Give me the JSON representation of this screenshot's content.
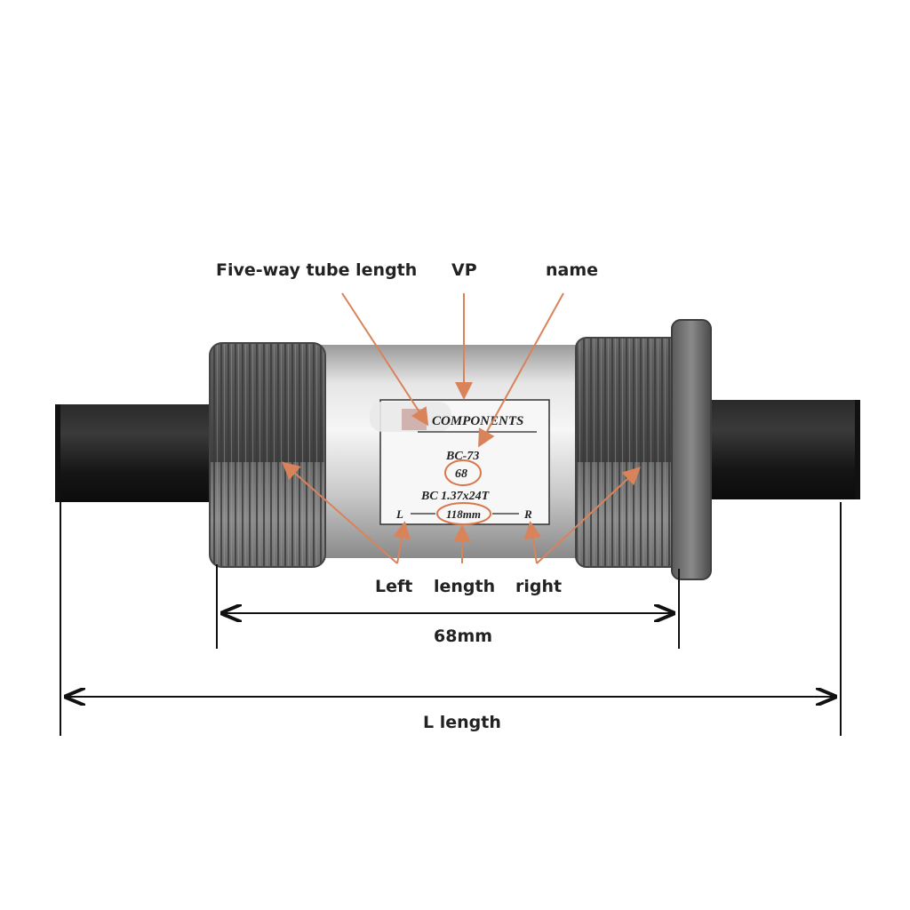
{
  "callouts": {
    "five_way": "Five-way tube length",
    "vp": "VP",
    "name": "name",
    "left": "Left",
    "length": "length",
    "right": "right"
  },
  "dimensions": {
    "shell_width": "68mm",
    "overall": "L length"
  },
  "sticker": {
    "brand": "COMPONENTS",
    "model": "BC-73",
    "shell": "68",
    "thread": "BC 1.37x24T",
    "left_mark": "L",
    "spindle": "118mm",
    "right_mark": "R"
  },
  "colors": {
    "arrow": "#d9835a",
    "body_silver": "#c8c8c8",
    "cup_dark": "#555555",
    "spindle_black": "#1c1c1c"
  }
}
